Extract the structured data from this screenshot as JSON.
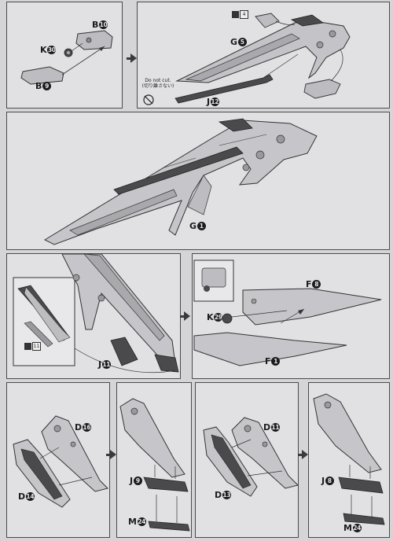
{
  "step1": {
    "labels": {
      "b10": "B",
      "b10_n": "10",
      "k30": "K",
      "k30_n": "30",
      "b9": "B",
      "b9_n": "9",
      "g5": "G",
      "g5_n": "5",
      "j12": "J",
      "j12_n": "12"
    },
    "note": "Do not cut.",
    "note_jp": "(切り離さない)",
    "ref_page": "4"
  },
  "step2": {
    "labels": {
      "g1": "G",
      "g1_n": "1"
    }
  },
  "step3": {
    "labels": {
      "j11": "J",
      "j11_n": "11",
      "f8": "F",
      "f8_n": "8",
      "k29": "K",
      "k29_n": "29",
      "f1": "F",
      "f1_n": "1"
    },
    "ref_page": "11"
  },
  "step4": {
    "labels": {
      "d16": "D",
      "d16_n": "16",
      "d14": "D",
      "d14_n": "14",
      "j9": "J",
      "j9_n": "9",
      "m24a": "M",
      "m24a_n": "24",
      "d11": "D",
      "d11_n": "11",
      "d13": "D",
      "d13_n": "13",
      "j8": "J",
      "j8_n": "8",
      "m24b": "M",
      "m24b_n": "24"
    }
  },
  "colors": {
    "panel": "#e1e1e4",
    "part_light": "#bdbdc1",
    "part_dark": "#4a4a4d",
    "ink": "#1c1c1e"
  }
}
